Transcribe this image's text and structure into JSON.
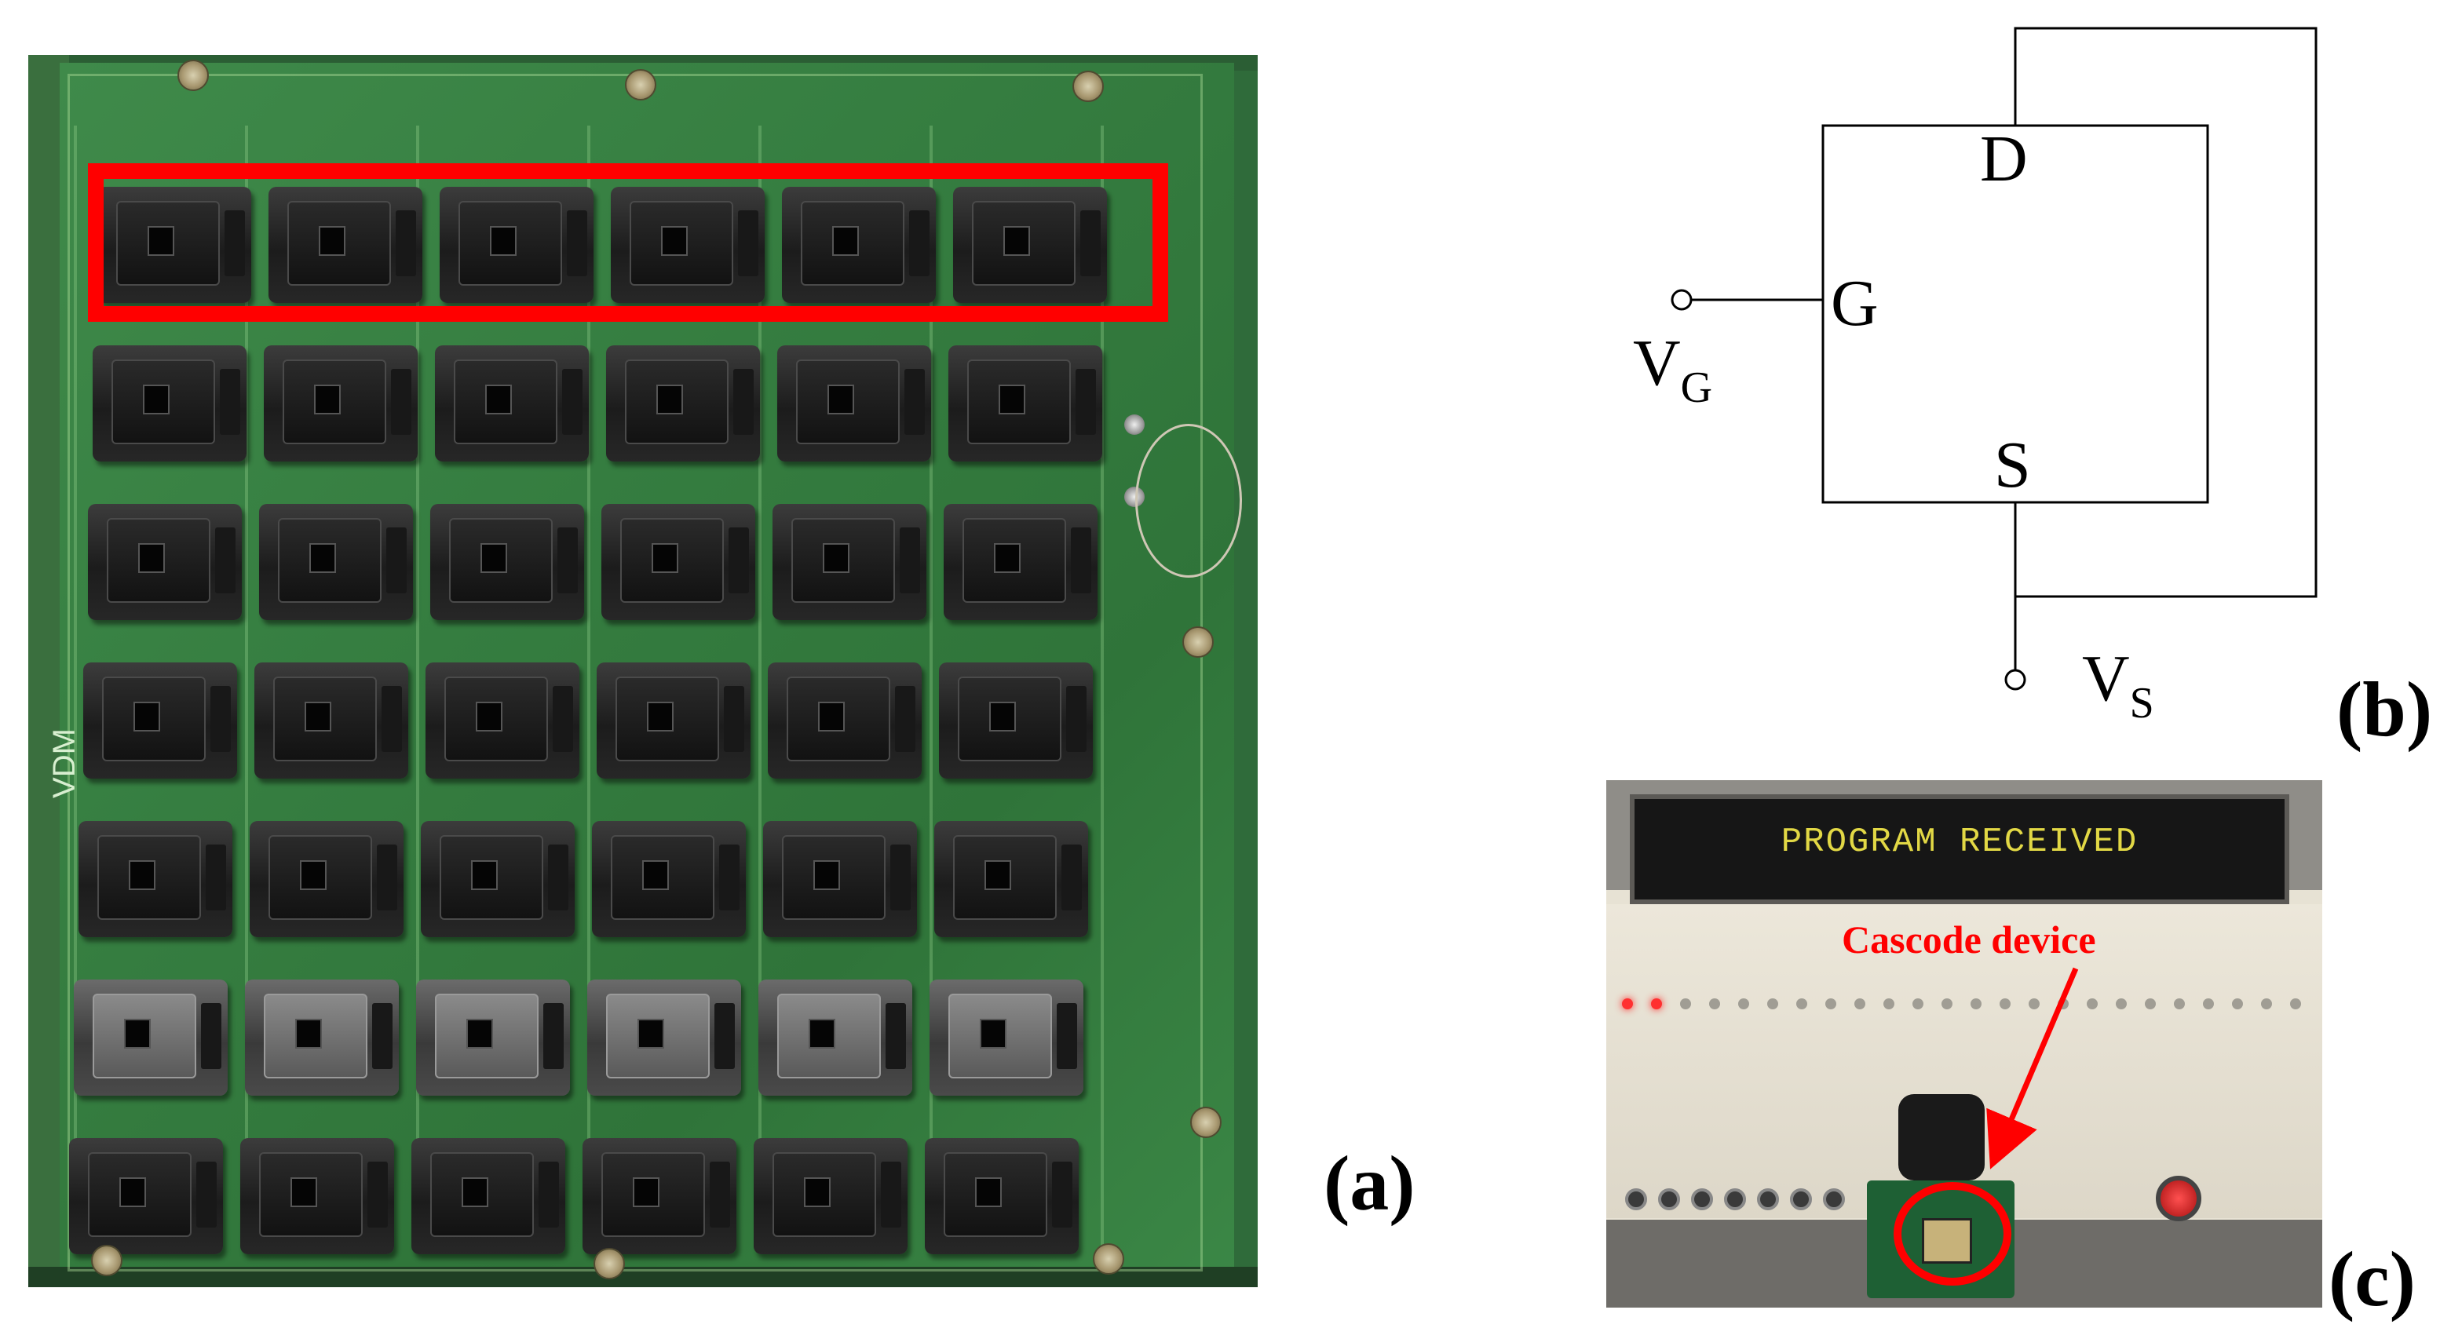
{
  "panels": {
    "a": {
      "label": "(a)"
    },
    "b": {
      "label": "(b)",
      "terminals": {
        "drain": "D",
        "gate": "G",
        "source": "S"
      },
      "gate_voltage": {
        "main": "V",
        "sub": "G"
      },
      "source_voltage": {
        "main": "V",
        "sub": "S"
      }
    },
    "c": {
      "label": "(c)",
      "display_text": "PROGRAM RECEIVED",
      "annotation": "Cascode device"
    }
  },
  "colors": {
    "highlight": "#ff0000",
    "pcb_green": "#3a8545",
    "display_text": "#e2d845",
    "annotation": "#ff0000"
  },
  "board": {
    "socket_rows": 7,
    "socket_cols": 6,
    "highlighted_row": 1,
    "side_text": "VDM"
  }
}
